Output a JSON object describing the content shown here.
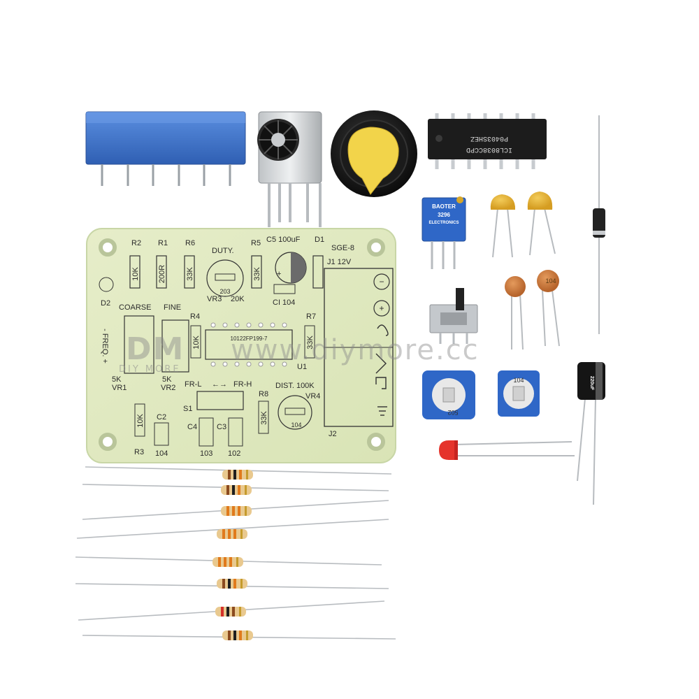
{
  "pcb": {
    "labels": {
      "r2": "R2",
      "r1": "R1",
      "r6": "R6",
      "duty": "DUTY.",
      "r5": "R5",
      "c5": "C5 100uF",
      "d1": "D1",
      "sge": "SGE-8",
      "j1": "J1 12V",
      "d2": "D2",
      "coarse": "COARSE",
      "fine": "FINE",
      "r4": "R4",
      "r7": "R7",
      "freq": "- FREQ. +",
      "vr1k": "5K",
      "vr1": "VR1",
      "vr2k": "5K",
      "vr2": "VR2",
      "frl": "FR-L",
      "frh": "FR-H",
      "s1": "S1",
      "dist": "DIST. 100K",
      "vr4": "VR4",
      "r8": "R8",
      "c2": "C2",
      "c4": "C4",
      "c3": "C3",
      "r3": "R3",
      "c2v": "104",
      "c4v": "103",
      "c3v": "102",
      "j2": "J2",
      "vr3": "VR3",
      "vr3v": "20K",
      "vr3c": "203",
      "ci": "CI 104",
      "u1": "U1",
      "r2v": "10K",
      "r1v": "200R",
      "r6v": "33K",
      "r5v": "33K",
      "r4v": "10K",
      "r7v": "33K",
      "r3v": "10K",
      "r8v": "33K",
      "vr4c": "104",
      "silk_ic": "10122FP199-7"
    }
  },
  "chip": {
    "line1": "ICL8038CCPD",
    "line2": "P0403SHEZ"
  },
  "trimmer": {
    "brand": "BAOTER",
    "code": "3296",
    "sub": "ELECTRONICS"
  },
  "caps": {
    "ceramic_104": "104"
  },
  "pots": {
    "left": "502",
    "right": "104"
  },
  "electrolytic": {
    "label": "220uF"
  },
  "watermark": {
    "brand": "DIY MORE",
    "site": "www.diymore.cc"
  },
  "colors": {
    "pcb": "#dfe9c2",
    "pcb_edge": "#c8d6a6",
    "header_blue": "#3f72c9",
    "pot_blue": "#2f67c7",
    "knob_yellow": "#f2d44a",
    "resistor_body": "#e9c98f",
    "led_red": "#e5332b",
    "chip_black": "#1c1c1c"
  }
}
